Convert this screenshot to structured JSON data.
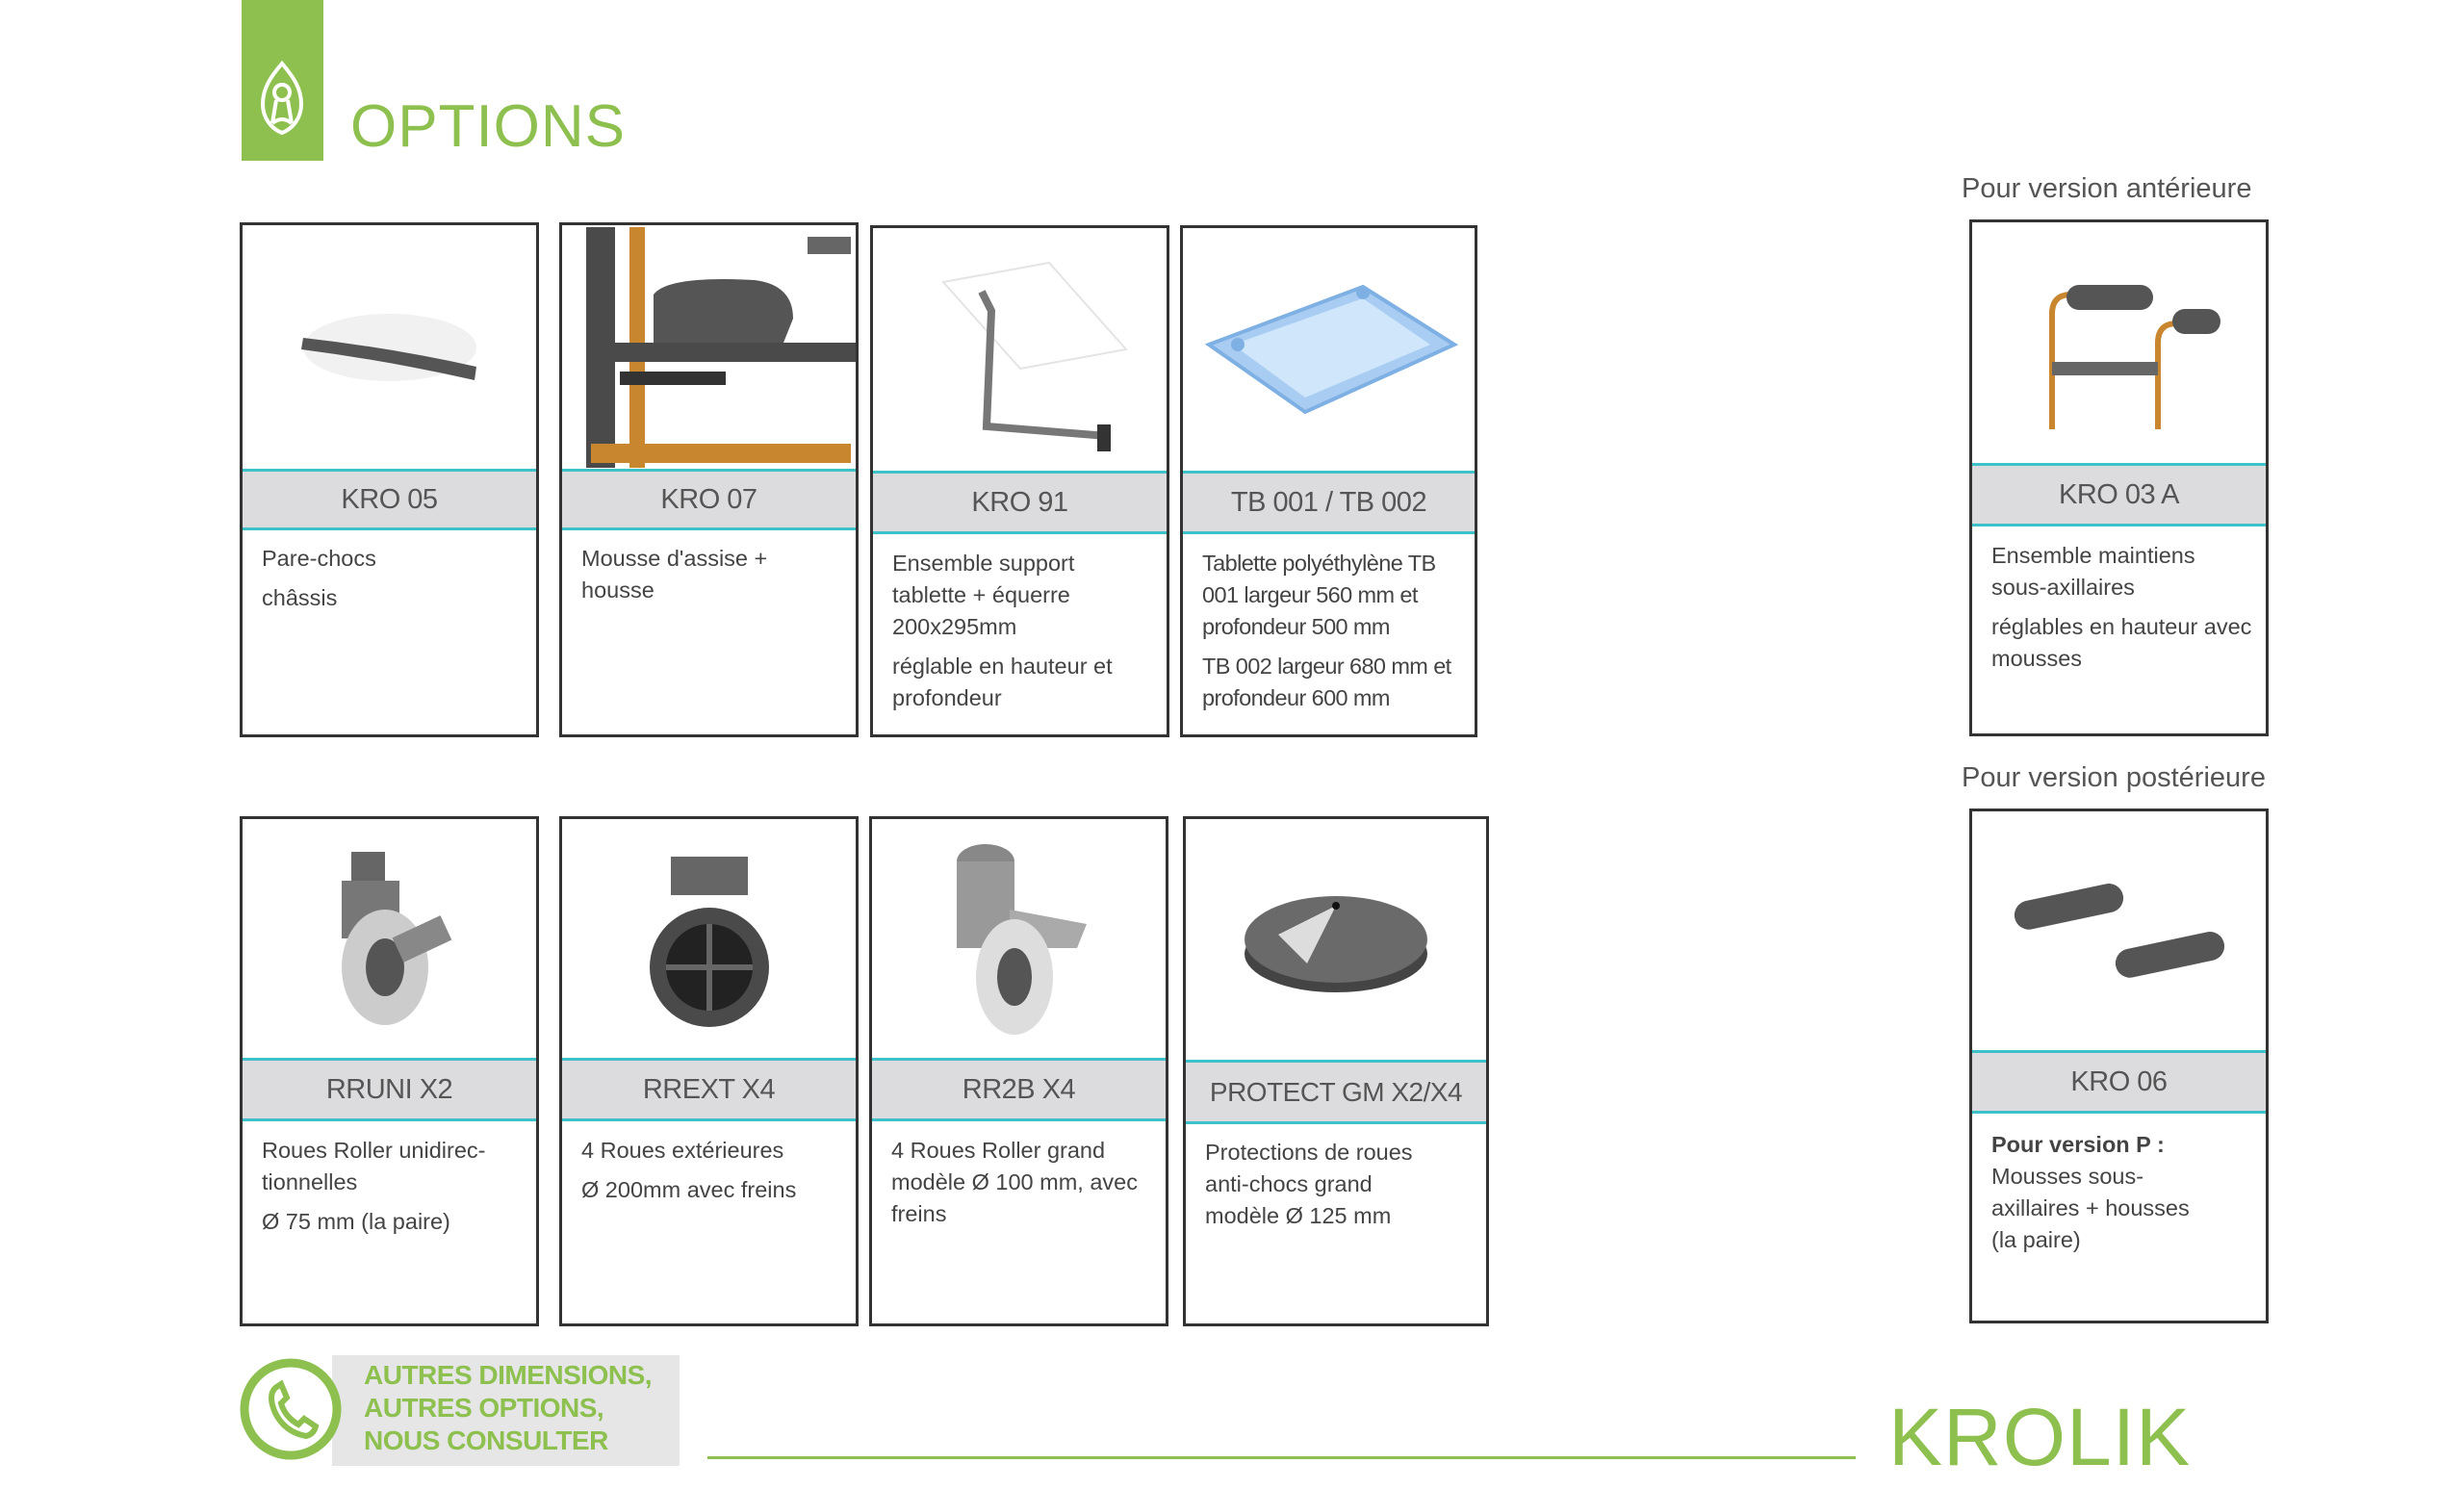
{
  "header": {
    "title": "OPTIONS"
  },
  "row1": [
    {
      "code": "KRO 05",
      "desc": [
        "Pare-chocs",
        "châssis"
      ]
    },
    {
      "code": "KRO 07",
      "desc": [
        "Mousse d'assise + housse"
      ]
    },
    {
      "code": "KRO 91",
      "desc": [
        "Ensemble support tablette + équerre 200x295mm",
        "réglable en hauteur et profondeur"
      ]
    },
    {
      "code": "TB 001 / TB 002",
      "desc": [
        "Tablette polyéthylène TB 001 largeur 560 mm et profondeur 500 mm",
        "TB 002 largeur 680 mm et profondeur 600 mm"
      ]
    }
  ],
  "row2": [
    {
      "code": "RRUNI  X2",
      "desc": [
        "Roues Roller unidirec-tionnelles",
        "Ø 75 mm  (la paire)"
      ]
    },
    {
      "code": "RREXT X4",
      "desc": [
        "4 Roues extérieures",
        "Ø 200mm avec freins"
      ]
    },
    {
      "code": "RR2B X4",
      "desc": [
        "4 Roues Roller grand modèle Ø 100 mm, avec freins"
      ]
    },
    {
      "code": "PROTECT GM X2/X4",
      "desc": [
        "Protections de roues anti-chocs grand modèle Ø 125 mm"
      ]
    }
  ],
  "right": {
    "anterior": {
      "heading": "Pour version antérieure",
      "code": "KRO 03 A",
      "desc": [
        "Ensemble maintiens sous-axillaires",
        "réglables en hauteur avec mousses"
      ]
    },
    "posterior": {
      "heading": "Pour version postérieure",
      "code": "KRO 06",
      "desc_bold": "Pour version P :",
      "desc": "Mousses sous-axillaires + housses (la paire)"
    }
  },
  "footer": {
    "lines": [
      "AUTRES DIMENSIONS,",
      "AUTRES OPTIONS,",
      "NOUS CONSULTER"
    ],
    "brand": "KROLIK"
  },
  "colors": {
    "accent": "#8dc04f",
    "band": "#dcdcde",
    "band_border": "#3fc1c9"
  }
}
